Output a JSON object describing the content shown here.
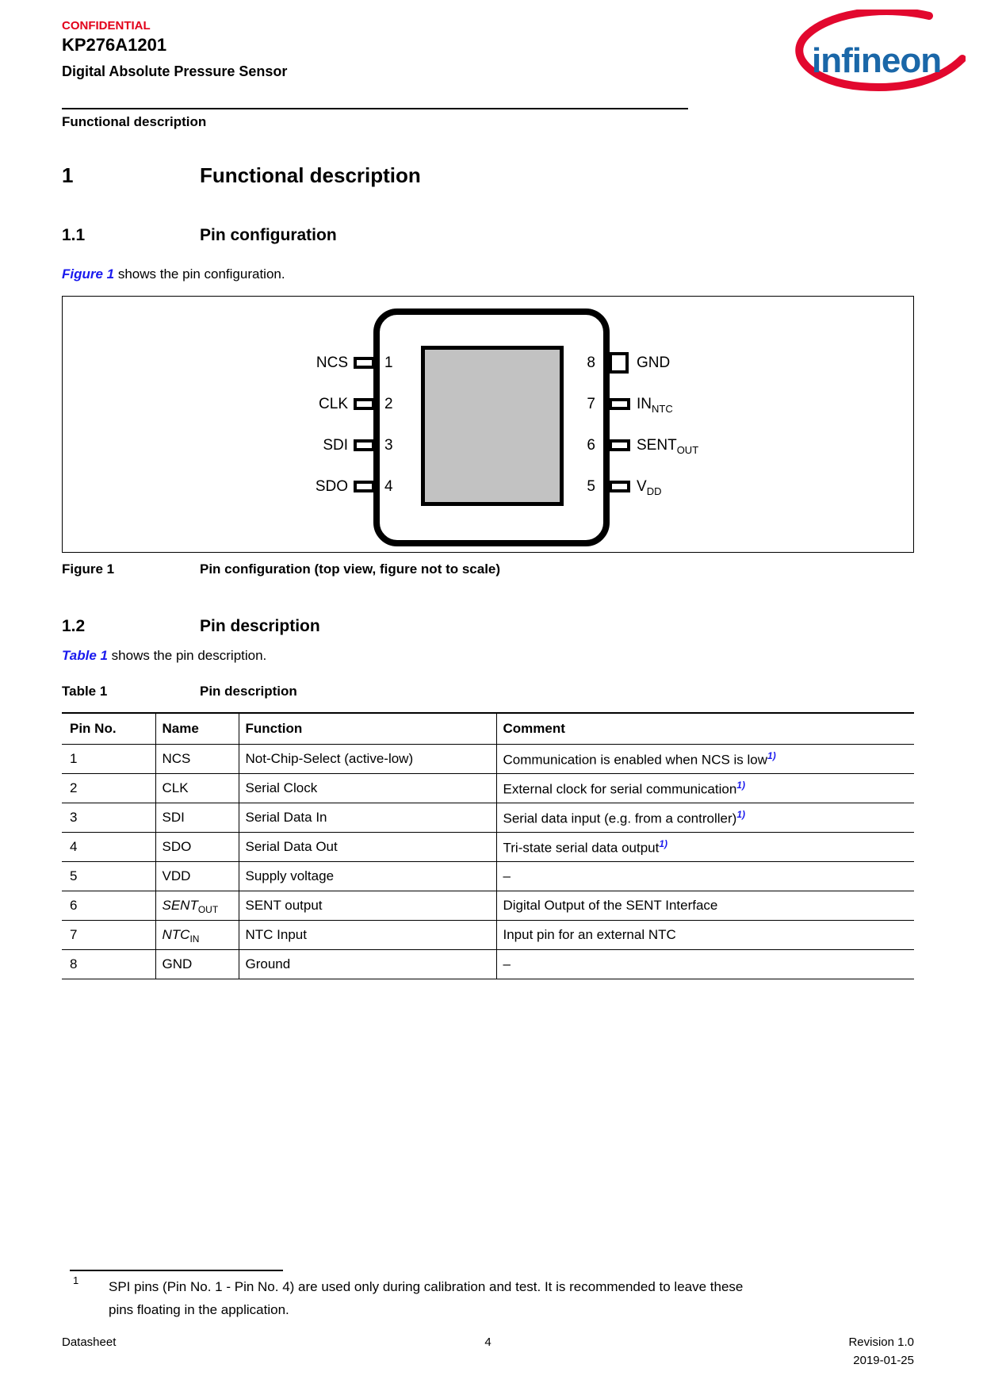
{
  "header": {
    "confidential": "CONFIDENTIAL",
    "product": "KP276A1201",
    "subtitle": "Digital Absolute Pressure Sensor",
    "chapter": "Functional description",
    "logo_text": "infineon"
  },
  "sections": {
    "s1_num": "1",
    "s1_title": "Functional description",
    "s11_num": "1.1",
    "s11_title": "Pin configuration",
    "s12_num": "1.2",
    "s12_title": "Pin description"
  },
  "paragraphs": {
    "fig_link": "Figure 1",
    "fig_rest": " shows the pin configuration.",
    "tab_link": "Table 1",
    "tab_rest": " shows the pin description."
  },
  "figure": {
    "caption_num": "Figure 1",
    "caption_title": "Pin configuration (top view, figure not to scale)",
    "left_pins": [
      {
        "num": "1",
        "label": "NCS"
      },
      {
        "num": "2",
        "label": "CLK"
      },
      {
        "num": "3",
        "label": "SDI"
      },
      {
        "num": "4",
        "label": "SDO"
      }
    ],
    "right_pins": [
      {
        "num": "8",
        "label": "GND",
        "sub": ""
      },
      {
        "num": "7",
        "label": "IN",
        "sub": "NTC"
      },
      {
        "num": "6",
        "label": "SENT",
        "sub": "OUT"
      },
      {
        "num": "5",
        "label": "V",
        "sub": "DD"
      }
    ]
  },
  "table": {
    "caption_num": "Table 1",
    "caption_title": "Pin description",
    "headers": [
      "Pin No.",
      "Name",
      "Function",
      "Comment"
    ],
    "footnote_sup": "1)",
    "rows": [
      {
        "pin": "1",
        "name": "NCS",
        "name_italic": false,
        "name_sub": "",
        "function": "Not-Chip-Select (active-low)",
        "comment": "Communication is enabled when NCS is low",
        "footnote": true
      },
      {
        "pin": "2",
        "name": "CLK",
        "name_italic": false,
        "name_sub": "",
        "function": "Serial Clock",
        "comment": "External clock for serial communication",
        "footnote": true
      },
      {
        "pin": "3",
        "name": "SDI",
        "name_italic": false,
        "name_sub": "",
        "function": "Serial Data In",
        "comment": "Serial data input (e.g. from a controller)",
        "footnote": true
      },
      {
        "pin": "4",
        "name": "SDO",
        "name_italic": false,
        "name_sub": "",
        "function": "Serial Data Out",
        "comment": "Tri-state serial data output",
        "footnote": true
      },
      {
        "pin": "5",
        "name": "VDD",
        "name_italic": false,
        "name_sub": "",
        "function": "Supply voltage",
        "comment": "–",
        "footnote": false
      },
      {
        "pin": "6",
        "name": "SENT",
        "name_italic": true,
        "name_sub": "OUT",
        "function": "SENT output",
        "comment": "Digital Output of the SENT Interface",
        "footnote": false
      },
      {
        "pin": "7",
        "name": "NTC",
        "name_italic": true,
        "name_sub": "IN",
        "function": "NTC Input",
        "comment": "Input pin for an external NTC",
        "footnote": false
      },
      {
        "pin": "8",
        "name": "GND",
        "name_italic": false,
        "name_sub": "",
        "function": "Ground",
        "comment": "–",
        "footnote": false
      }
    ]
  },
  "footnote": {
    "marker": "1",
    "lines": [
      "SPI pins (Pin No. 1 - Pin No. 4) are used only during calibration and test. It is recommended to leave these",
      "pins floating in the application."
    ]
  },
  "footer": {
    "left": "Datasheet",
    "page": "4",
    "revision": "Revision 1.0",
    "date": "2019-01-25"
  },
  "colors": {
    "red": "#e2001a",
    "link_blue": "#1a1aee",
    "logo_blue": "#1a67a8",
    "logo_red": "#e2082e",
    "die_gray": "#c2c2c2"
  }
}
